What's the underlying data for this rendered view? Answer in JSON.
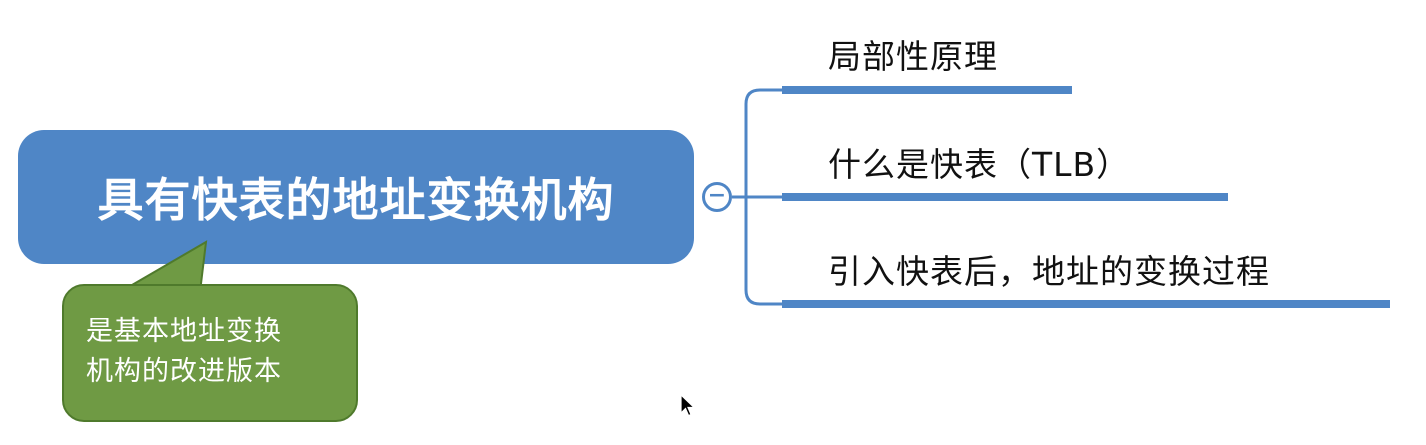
{
  "central": {
    "title": "具有快表的地址变换机构"
  },
  "callout": {
    "lines": [
      "是基本地址变换",
      "机构的改进版本"
    ]
  },
  "toggle": {
    "symbol": "−",
    "icon": "collapse-minus-icon"
  },
  "branches": [
    {
      "label": "局部性原理"
    },
    {
      "label": "什么是快表（TLB）"
    },
    {
      "label": "引入快表后，地址的变换过程"
    }
  ],
  "colors": {
    "central_fill": "#4f86c6",
    "callout_fill": "#6f9a44",
    "connector": "#4f86c6",
    "branch_text": "#111111"
  }
}
